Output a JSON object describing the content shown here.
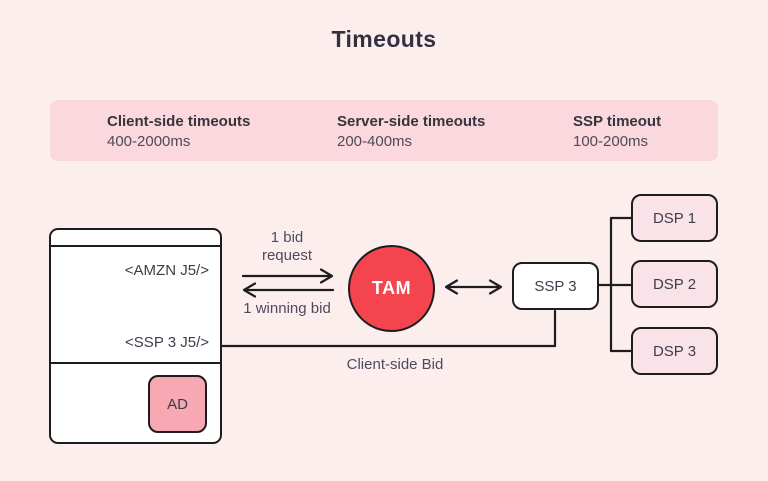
{
  "title": "Timeouts",
  "banner": {
    "items": [
      {
        "label": "Client-side timeouts",
        "value": "400-2000ms"
      },
      {
        "label": "Server-side timeouts",
        "value": "200-400ms"
      },
      {
        "label": "SSP timeout",
        "value": "100-200ms"
      }
    ]
  },
  "browser": {
    "script1": "<AMZN J5/>",
    "script2": "<SSP 3 J5/>",
    "ad": "AD"
  },
  "tam": {
    "label": "TAM"
  },
  "ssp": {
    "label": "SSP 3"
  },
  "dsps": [
    {
      "label": "DSP 1"
    },
    {
      "label": "DSP 2"
    },
    {
      "label": "DSP 3"
    }
  ],
  "labels": {
    "bid_request": "1 bid request",
    "winning_bid": "1 winning bid",
    "client_side_bid": "Client-side Bid"
  },
  "colors": {
    "background": "#fdeeee",
    "banner": "#fbd8dd",
    "tam_red": "#f4454f",
    "ad_pink": "#f8a8b2",
    "dsp_pink": "#fae3e8",
    "line": "#1d1d1f"
  }
}
